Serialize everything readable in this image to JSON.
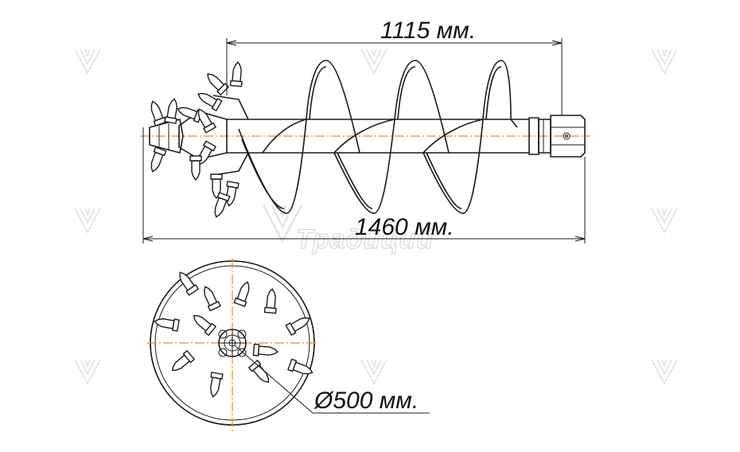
{
  "dimensions": {
    "flight_length": "1115 мм.",
    "total_length": "1460 мм.",
    "diameter": "Ø500 мм."
  },
  "watermark": {
    "brand_text": "Традиций"
  },
  "colors": {
    "line": "#1a1a1a",
    "centerline": "#f08a24",
    "watermark": "#e0e0e0",
    "background": "#ffffff"
  }
}
